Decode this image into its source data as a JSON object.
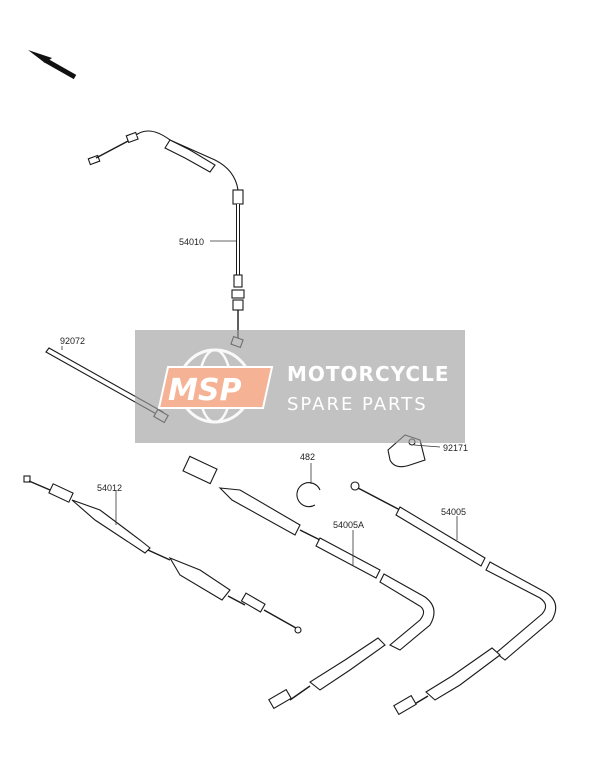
{
  "diagram": {
    "parts": [
      {
        "number": "54010"
      },
      {
        "number": "92072"
      },
      {
        "number": "54012"
      },
      {
        "number": "482"
      },
      {
        "number": "92171"
      },
      {
        "number": "54005A"
      },
      {
        "number": "54005"
      }
    ],
    "direction_arrow_icon": "arrow-up-left-icon"
  },
  "watermark": {
    "logo": "MSP",
    "line1": "MOTORCYCLE",
    "line2": "SPARE PARTS",
    "box_color": "#a0a0a0",
    "logo_color": "#f4a582"
  }
}
